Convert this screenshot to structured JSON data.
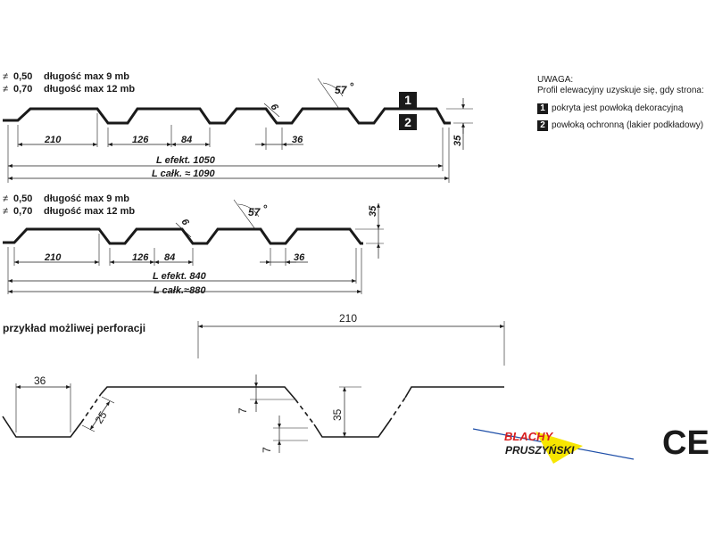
{
  "profile1": {
    "thk1": "0,50",
    "len1": "długość max 9 mb",
    "thk2": "0,70",
    "len2": "długość max 12 mb",
    "dims": {
      "d210": "210",
      "d126": "126",
      "d84": "84",
      "d36": "36",
      "d6": "6",
      "d35": "35",
      "angle": "57",
      "degree": "°",
      "lefekt": "L efekt. 1050",
      "lcalk": "L całk. ≈ 1090"
    }
  },
  "profile2": {
    "thk1": "0,50",
    "len1": "długość max 9 mb",
    "thk2": "0,70",
    "len2": "długość max 12 mb",
    "dims": {
      "d210": "210",
      "d126": "126",
      "d84": "84",
      "d36": "36",
      "d6": "6",
      "d35": "35",
      "angle": "57",
      "degree": "°",
      "lefekt": "L efekt. 840",
      "lcalk": "L całk.≈880"
    }
  },
  "symbol": "≠",
  "note": {
    "title": "UWAGA:",
    "line1": "Profil elewacyjny uzyskuje się, gdy strona:",
    "item1_num": "1",
    "item1": "pokryta jest powłoką dekoracyjną",
    "item2_num": "2",
    "item2": "powłoką ochronną (lakier podkładowy)"
  },
  "badges": {
    "one": "1",
    "two": "2"
  },
  "perforation": {
    "title": "przykład możliwej perforacji",
    "d210": "210",
    "d36": "36",
    "d25": "25",
    "d35": "35",
    "d7a": "7",
    "d7b": "7"
  },
  "logo": {
    "line1": "BLACHY",
    "line2": "PRUSZYŃSKI"
  },
  "ce_mark": "CE",
  "colors": {
    "line": "#1a1a1a",
    "logo_red": "#d81e1e",
    "logo_yellow": "#f7e600",
    "logo_blue": "#1f4fa8"
  }
}
